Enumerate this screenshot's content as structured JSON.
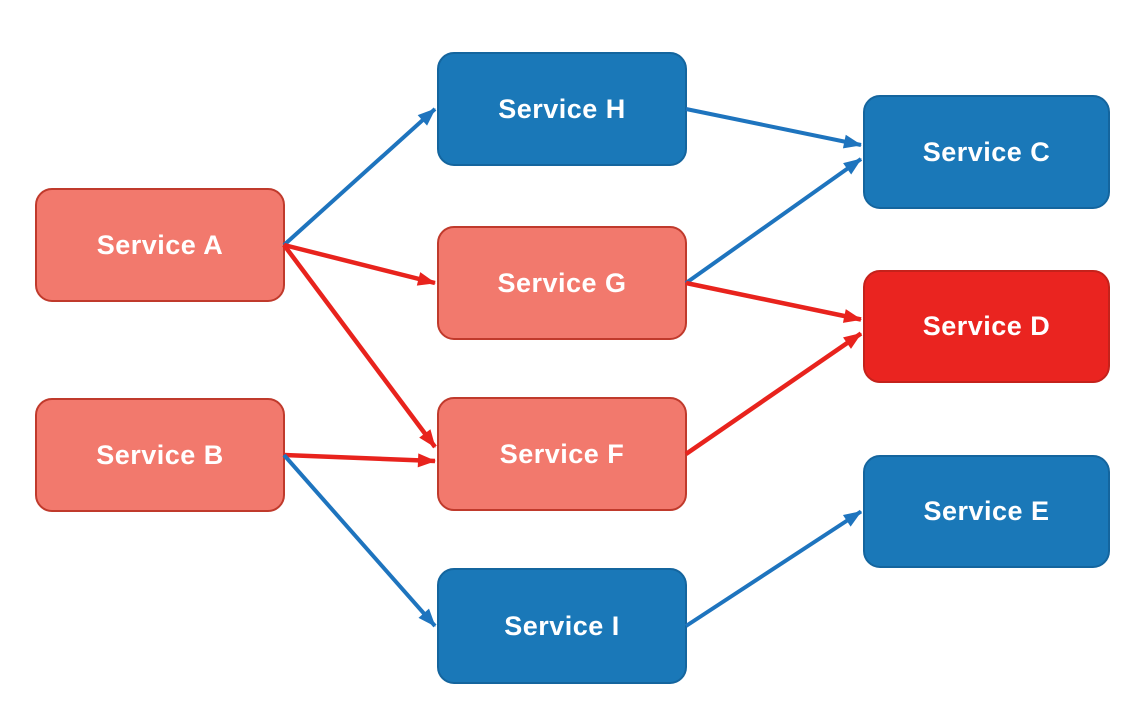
{
  "diagram": {
    "nodes": [
      {
        "id": "A",
        "label": "Service A",
        "color_role": "salmon"
      },
      {
        "id": "B",
        "label": "Service B",
        "color_role": "salmon"
      },
      {
        "id": "H",
        "label": "Service H",
        "color_role": "blue"
      },
      {
        "id": "G",
        "label": "Service G",
        "color_role": "salmon"
      },
      {
        "id": "F",
        "label": "Service F",
        "color_role": "salmon"
      },
      {
        "id": "I",
        "label": "Service I",
        "color_role": "blue"
      },
      {
        "id": "C",
        "label": "Service C",
        "color_role": "blue"
      },
      {
        "id": "D",
        "label": "Service D",
        "color_role": "red"
      },
      {
        "id": "E",
        "label": "Service E",
        "color_role": "blue"
      }
    ],
    "edges": [
      {
        "from": "A",
        "to": "H",
        "color_role": "blue"
      },
      {
        "from": "A",
        "to": "G",
        "color_role": "red"
      },
      {
        "from": "A",
        "to": "F",
        "color_role": "red"
      },
      {
        "from": "B",
        "to": "F",
        "color_role": "red"
      },
      {
        "from": "B",
        "to": "I",
        "color_role": "blue"
      },
      {
        "from": "H",
        "to": "C",
        "color_role": "blue"
      },
      {
        "from": "G",
        "to": "C",
        "color_role": "blue"
      },
      {
        "from": "G",
        "to": "D",
        "color_role": "red"
      },
      {
        "from": "F",
        "to": "D",
        "color_role": "red"
      },
      {
        "from": "I",
        "to": "E",
        "color_role": "blue"
      }
    ],
    "colors": {
      "salmon_fill": "#F2796D",
      "salmon_border": "#C03A2C",
      "red_fill": "#EA2420",
      "red_border": "#C4221B",
      "blue_fill": "#1A78B8",
      "blue_border": "#14659E",
      "arrow_blue": "#1E74BE",
      "arrow_red": "#E8231D",
      "text": "#FFFFFF",
      "background": "#FFFFFF"
    }
  }
}
